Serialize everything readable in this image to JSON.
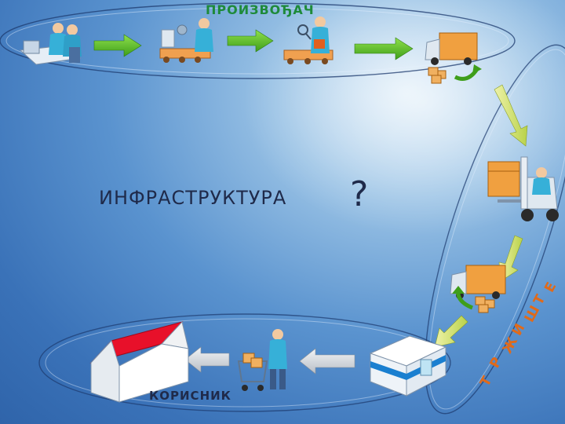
{
  "labels": {
    "producer": "ПРОИЗВОЂАЧ",
    "infrastructure": "ИНФРАСТРУКТУРА",
    "question": "?",
    "consumer": "КОРИСНИК",
    "market_letters": [
      "Т",
      "Р",
      "Ж",
      "И",
      "Ш",
      "Т",
      "Е"
    ]
  },
  "colors": {
    "producer_text": "#1e8a3a",
    "market_text": "#e06a1a",
    "arrow_green": "#5fc22e",
    "arrow_yellow": "#d8e86a",
    "arrow_gray": "#d4d8dc",
    "roof_red": "#e8102a"
  },
  "icons": [
    "office-workers-icon",
    "factory-machine-icon",
    "quality-inspection-icon",
    "delivery-truck-icon",
    "forklift-icon",
    "delivery-truck-icon",
    "shop-building-icon",
    "shopping-cart-person-icon",
    "house-icon"
  ]
}
